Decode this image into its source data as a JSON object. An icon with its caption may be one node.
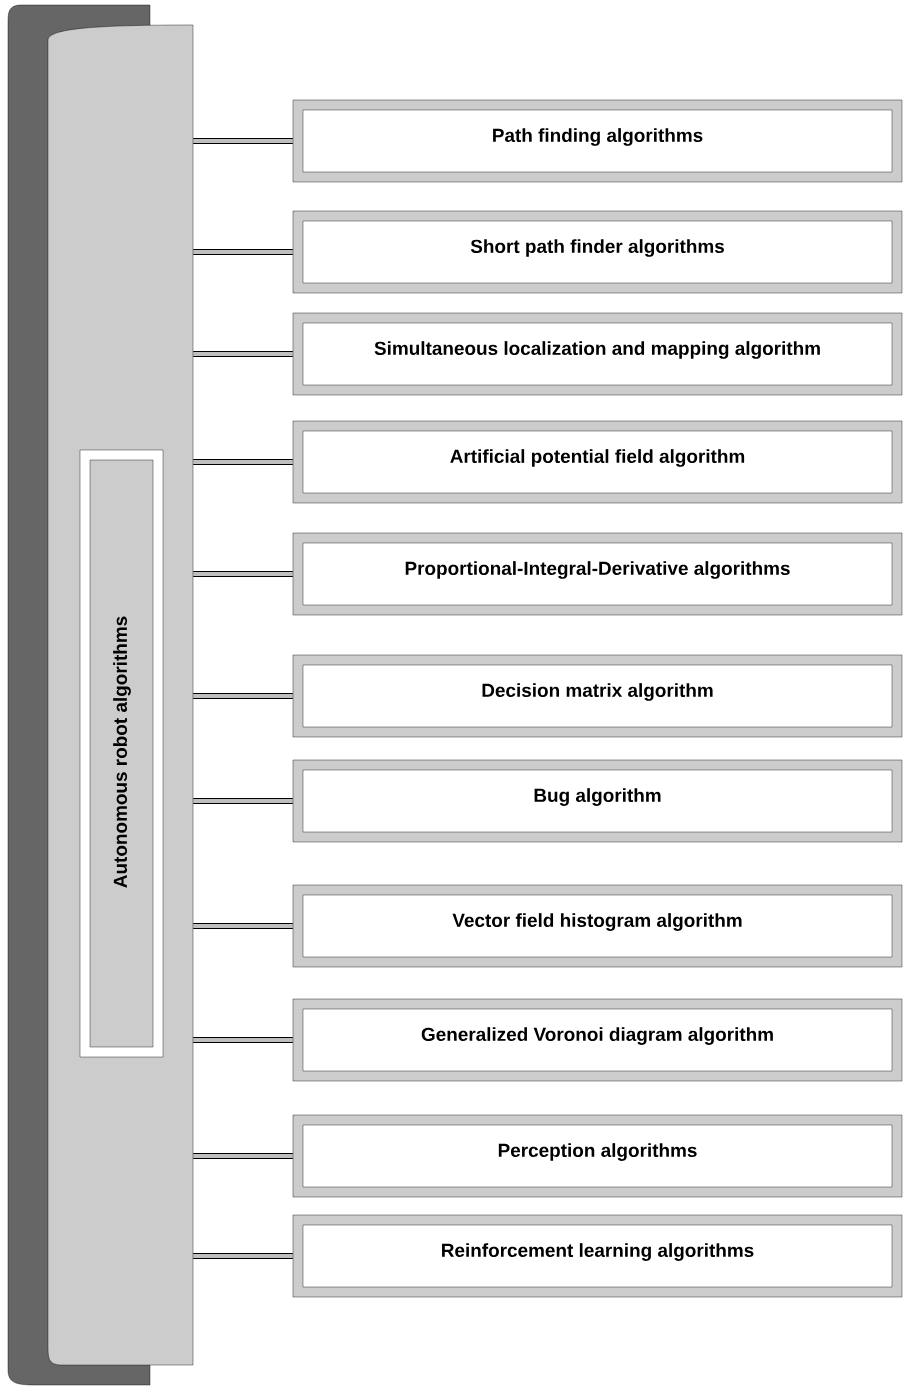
{
  "diagram": {
    "nodes": [
      {
        "text": [
          "Autonomous robot algorithms"
        ]
      },
      {
        "text": [
          "Path finding algorithms"
        ]
      },
      {
        "text": [
          "Short path finder algorithms"
        ]
      },
      {
        "text": [
          "Simultaneous localization and mapping algorithm"
        ]
      },
      {
        "text": [
          "Artificial potential field algorithm"
        ]
      },
      {
        "text": [
          "Proportional-Integral-Derivative algorithms"
        ]
      },
      {
        "text": [
          "Decision matrix algorithm"
        ]
      },
      {
        "text": [
          "Bug algorithm"
        ]
      },
      {
        "text": [
          "Vector field histogram algorithm"
        ]
      },
      {
        "text": [
          "Generalized Voronoi diagram algorithm"
        ]
      },
      {
        "text": [
          "Perception algorithms"
        ]
      },
      {
        "text": [
          "Reinforcement learning algorithms"
        ]
      }
    ],
    "edges": [
      {
        "from": 0,
        "to": 1,
        "arrow": "none"
      },
      {
        "from": 0,
        "to": 2,
        "arrow": "none"
      },
      {
        "from": 0,
        "to": 3,
        "arrow": "none"
      },
      {
        "from": 0,
        "to": 4,
        "arrow": "none"
      },
      {
        "from": 0,
        "to": 5,
        "arrow": "none"
      },
      {
        "from": 0,
        "to": 6,
        "arrow": "none"
      },
      {
        "from": 0,
        "to": 7,
        "arrow": "none"
      },
      {
        "from": 0,
        "to": 8,
        "arrow": "none"
      },
      {
        "from": 0,
        "to": 9,
        "arrow": "none"
      },
      {
        "from": 0,
        "to": 10,
        "arrow": "none"
      },
      {
        "from": 0,
        "to": 11,
        "arrow": "none"
      }
    ]
  }
}
